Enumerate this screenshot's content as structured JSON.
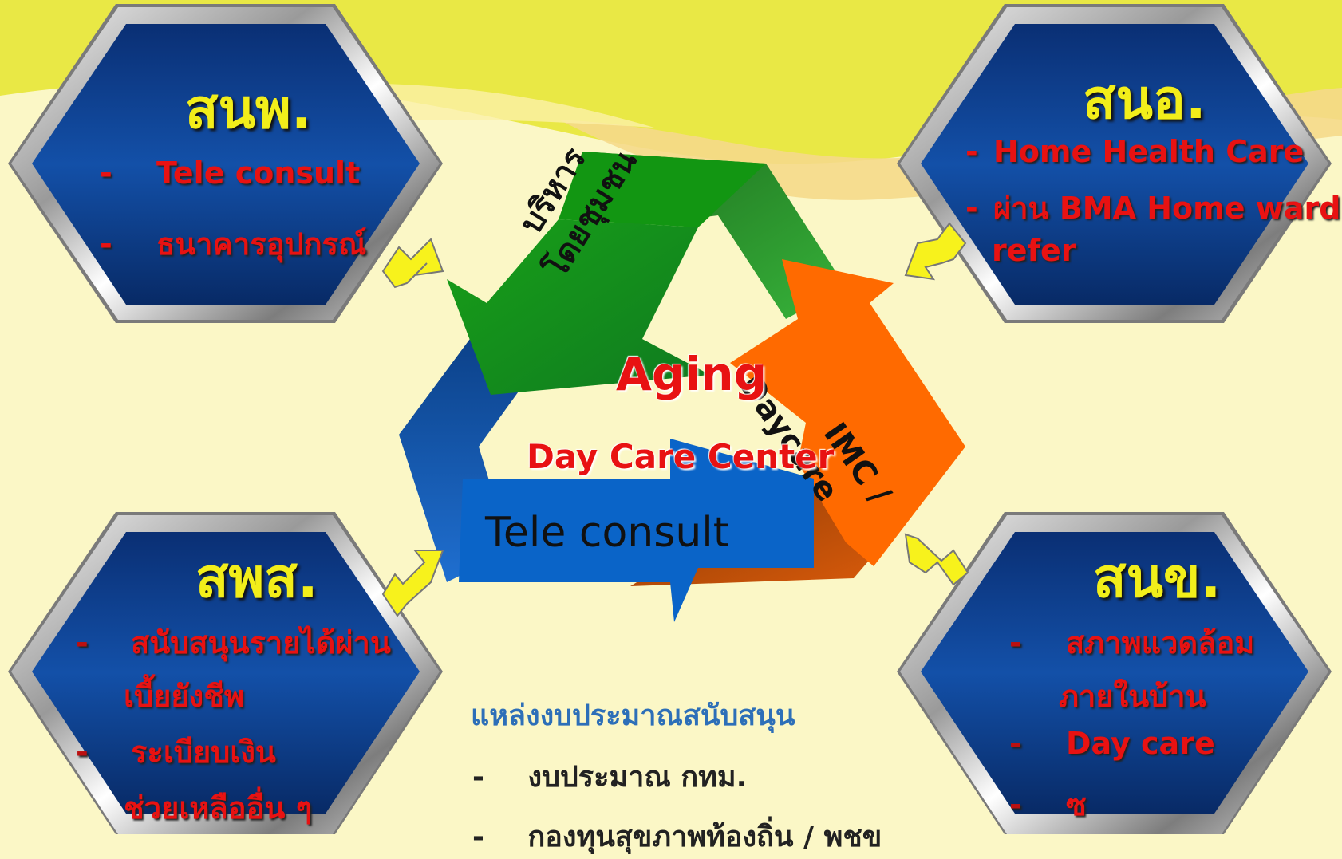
{
  "hexagons": {
    "top_left": {
      "title": "สนพ.",
      "items": [
        "Tele consult",
        "ธนาคารอุปกรณ์"
      ]
    },
    "top_right": {
      "title": "สนอ.",
      "items": [
        "Home Health Care",
        "ผ่าน BMA Home ward",
        "refer"
      ]
    },
    "bottom_left": {
      "title": "สพส.",
      "items": [
        "สนับสนุนรายได้ผ่าน",
        "เบี้ยยังชีพ",
        "ระเบียบเงิน",
        "ช่วยเหลืออื่น ๆ"
      ]
    },
    "bottom_right": {
      "title": "สนข.",
      "items": [
        "สภาพแวดล้อม",
        "ภายในบ้าน",
        "Day care",
        "ซ"
      ]
    }
  },
  "cycle": {
    "center_title": "Aging",
    "center_subtitle": "Day Care Center",
    "green_label_line1": "บริหาร",
    "green_label_line2": "โดยชุมชน",
    "orange_label_line1": "IMC /",
    "orange_label_line2": "Daycare",
    "blue_label": "Tele consult"
  },
  "budget": {
    "title": "แหล่งงบประมาณสนับสนุน",
    "items": [
      "งบประมาณ กทม.",
      "กองทุนสุขภาพท้องถิ่น / พชข"
    ]
  },
  "colors": {
    "background": "#fbf7c6",
    "hex_fill": "#0d3f8f",
    "title_yellow": "#f2ee1a",
    "item_red": "#e81212",
    "green_arrow": "#1b9a1b",
    "orange_arrow": "#ff6a00",
    "blue_arrow": "#0a64c8"
  }
}
